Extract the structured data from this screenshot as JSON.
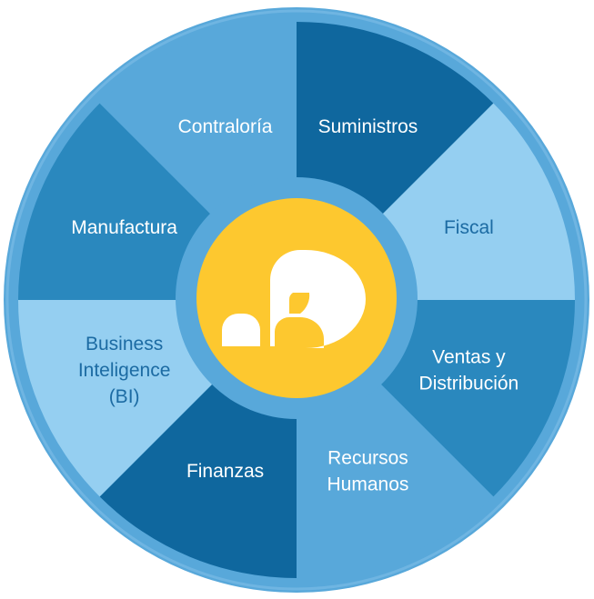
{
  "colors": {
    "outer_ring": "#58A8DA",
    "outer_ring_edge": "#6FB5E2",
    "hub": "#FDC82F",
    "hub_ring": "#58A8DA",
    "logo": "#FFFFFF",
    "text_light": "#FFFFFF",
    "text_dark": "#1C6BA3"
  },
  "center_logo": "company-logo",
  "segments": [
    {
      "id": "suministros",
      "lines": [
        "Suministros"
      ],
      "fill": "#0F679E",
      "text_color": "#FFFFFF"
    },
    {
      "id": "fiscal",
      "lines": [
        "Fiscal"
      ],
      "fill": "#95CFF1",
      "text_color": "#1C6BA3"
    },
    {
      "id": "ventas",
      "lines": [
        "Ventas y",
        "Distribución"
      ],
      "fill": "#2A88BE",
      "text_color": "#FFFFFF"
    },
    {
      "id": "recursos",
      "lines": [
        "Recursos",
        "Humanos"
      ],
      "fill": "#58A8DA",
      "text_color": "#FFFFFF"
    },
    {
      "id": "finanzas",
      "lines": [
        "Finanzas"
      ],
      "fill": "#0F679E",
      "text_color": "#FFFFFF"
    },
    {
      "id": "bi",
      "lines": [
        "Business",
        "Inteligence",
        "(BI)"
      ],
      "fill": "#95CFF1",
      "text_color": "#1C6BA3"
    },
    {
      "id": "manufactura",
      "lines": [
        "Manufactura"
      ],
      "fill": "#2A88BE",
      "text_color": "#FFFFFF"
    },
    {
      "id": "contraloria",
      "lines": [
        "Contraloría"
      ],
      "fill": "#58A8DA",
      "text_color": "#FFFFFF"
    }
  ]
}
